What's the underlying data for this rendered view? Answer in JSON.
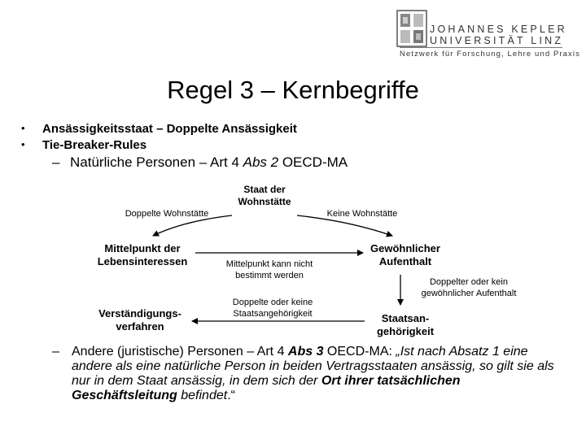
{
  "header": {
    "logo_line1": "JOHANNES KEPLER",
    "logo_line2": "UNIVERSITÄT LINZ",
    "logo_tagline": "Netzwerk für Forschung, Lehre und Praxis"
  },
  "title": "Regel 3 – Kernbegriffe",
  "bullets": [
    "Ansässigkeitsstaat – Doppelte Ansässigkeit",
    "Tie-Breaker-Rules"
  ],
  "bullet_symbol": "•",
  "dash_symbol": "–",
  "sub_item": {
    "before": "Natürliche Personen – Art 4 ",
    "italic": "Abs 2",
    "after": " OECD-MA"
  },
  "diagram": {
    "top_center": "Staat der Wohnstätte",
    "top_left_label": "Doppelte Wohnstätte",
    "top_right_label": "Keine Wohnstätte",
    "node_mittelpunkt": "Mittelpunkt der Lebensinteressen",
    "node_aufenthalt": "Gewöhnlicher Aufenthalt",
    "mid_label": "Mittelpunkt kann nicht bestimmt werden",
    "right_label": "Doppelter oder kein gewöhnlicher Aufenthalt",
    "node_verstaendigung": "Verständigungs-verfahren",
    "node_staatsang": "Staatsan-gehörigkeit",
    "bottom_mid_label": "Doppelte oder keine Staatsangehörigkeit"
  },
  "final": {
    "normal1": "Andere (juristische) Personen – Art 4 ",
    "bold_italic1": "Abs 3",
    "normal2": " OECD-MA: ",
    "italic1": "„Ist nach Absatz 1 eine andere als eine natürliche Person in beiden Vertragsstaaten ansässig, so gilt sie als nur in dem Staat ansässig, in dem sich der ",
    "bold_italic2": "Ort ihrer tatsächlichen Geschäftsleitung",
    "italic2": " befindet",
    "normal3": ".“"
  }
}
